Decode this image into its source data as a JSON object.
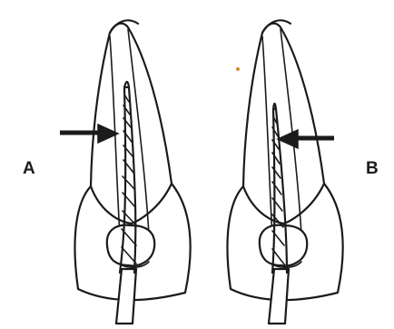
{
  "figure": {
    "panels": [
      {
        "label": "A",
        "arrow_direction": "right"
      },
      {
        "label": "B",
        "arrow_direction": "left"
      }
    ]
  },
  "icons": {
    "tooth": "tooth-cross-section-icon",
    "file": "endodontic-file-icon",
    "arrow": "arrow-icon"
  },
  "colors": {
    "ink": "#1b1b1b",
    "background": "#ffffff"
  }
}
